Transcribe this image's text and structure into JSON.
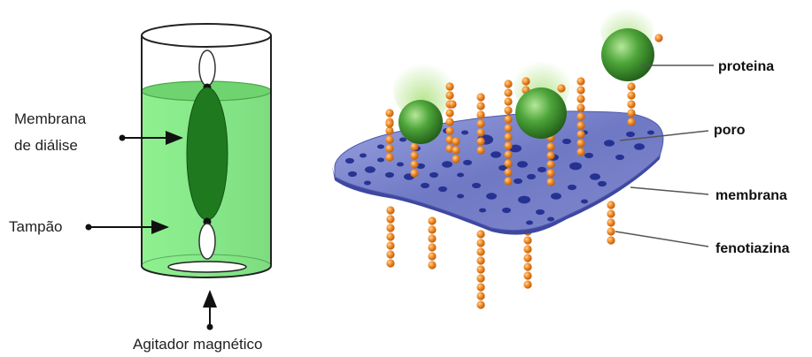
{
  "left_diagram": {
    "membrane_label_line1": "Membrana",
    "membrane_label_line2": "de diálise",
    "buffer_label": "Tampão",
    "stirrer_label": "Agitador magnético"
  },
  "right_diagram": {
    "protein_label": "proteina",
    "pore_label": "poro",
    "membrane_label": "membrana",
    "phenothiazine_label": "fenotiazina"
  },
  "colors": {
    "buffer_fill": "#86e88a",
    "buffer_surface": "#66cf66",
    "dialysis_membrane": "#1f7a1f",
    "membrane_sheet": "#6f79c4",
    "membrane_edge": "#3e47a0",
    "pore": "#1e2a8c",
    "protein": "#4ea53a",
    "phenothiazine": "#f08a24"
  }
}
